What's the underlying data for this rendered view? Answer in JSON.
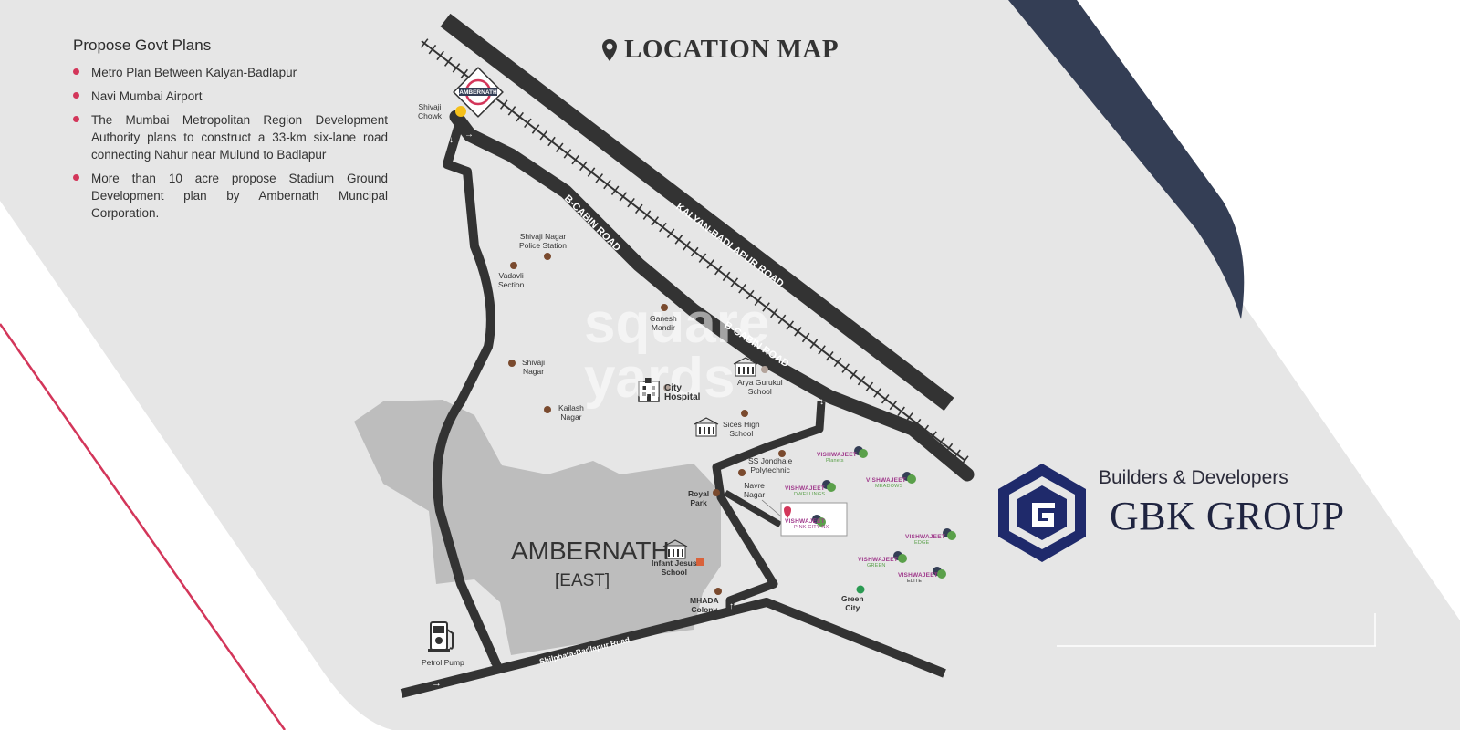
{
  "plans": {
    "heading": "Propose Govt Plans",
    "items": [
      "Metro Plan Between Kalyan-Badlapur",
      "Navi Mumbai Airport",
      "The Mumbai Metropolitan Region Development Authority plans to construct a 33-km six-lane road connecting Nahur near Mulund to Badlapur",
      "More than 10 acre propose Stadium Ground Development plan by Ambernath Muncipal Corporation."
    ]
  },
  "map": {
    "title": "LOCATION MAP",
    "station": "AMBERNATH",
    "area_name": "AMBERNATH",
    "area_sub": "[EAST]",
    "roads": {
      "rail": "KALYAN-BADLAPUR ROAD",
      "bcabin": "B-CABIN ROAD",
      "shilphata": "Shilphata-Badlapur Road"
    },
    "landmarks": {
      "shivaji_chowk": "Shivaji\nChowk",
      "police_station": "Shivaji Nagar\nPolice Station",
      "vadavli": "Vadavli\nSection",
      "ganesh_mandir": "Ganesh\nMandir",
      "shivaji_nagar": "Shivaji\nNagar",
      "arya_gurukul": "Arya Gurukul\nSchool",
      "city_hospital": "City\nHospital",
      "kailash_nagar": "Kailash\nNagar",
      "sices": "Sices High\nSchool",
      "ss_jondhale": "SS Jondhale\nPolytechnic",
      "royal_park": "Royal\nPark",
      "navre_nagar": "Navre\nNagar",
      "infant_jesus": "Infant Jesus\nSchool",
      "mhada": "MHADA\nColony",
      "green_city": "Green\nCity",
      "petrol_pump": "Petrol Pump"
    },
    "projects": {
      "planets": {
        "name": "VISHWAJEET",
        "sub": "Planets"
      },
      "meadows": {
        "name": "VISHWAJEET",
        "sub": "MEADOWS"
      },
      "dwellings": {
        "name": "VISHWAJEET",
        "sub": "DWELLINGS"
      },
      "pinkcity": {
        "name": "VISHWAJEET",
        "sub": "PINK CITY NX"
      },
      "edge": {
        "name": "VISHWAJEET",
        "sub": "EDGE"
      },
      "green": {
        "name": "VISHWAJEET",
        "sub": "GREEN"
      },
      "elite": {
        "name": "VISHWAJEET",
        "sub": "ELITE"
      }
    },
    "watermark": "square\nyards"
  },
  "brand": {
    "tagline": "Builders & Developers",
    "name": "GBK GROUP"
  },
  "colors": {
    "road": "#333333",
    "accent": "#d3365a",
    "navy": "#343e55",
    "landmark": "#7a4a2e",
    "area": "#bdbdbd",
    "panel": "#e6e6e6"
  }
}
